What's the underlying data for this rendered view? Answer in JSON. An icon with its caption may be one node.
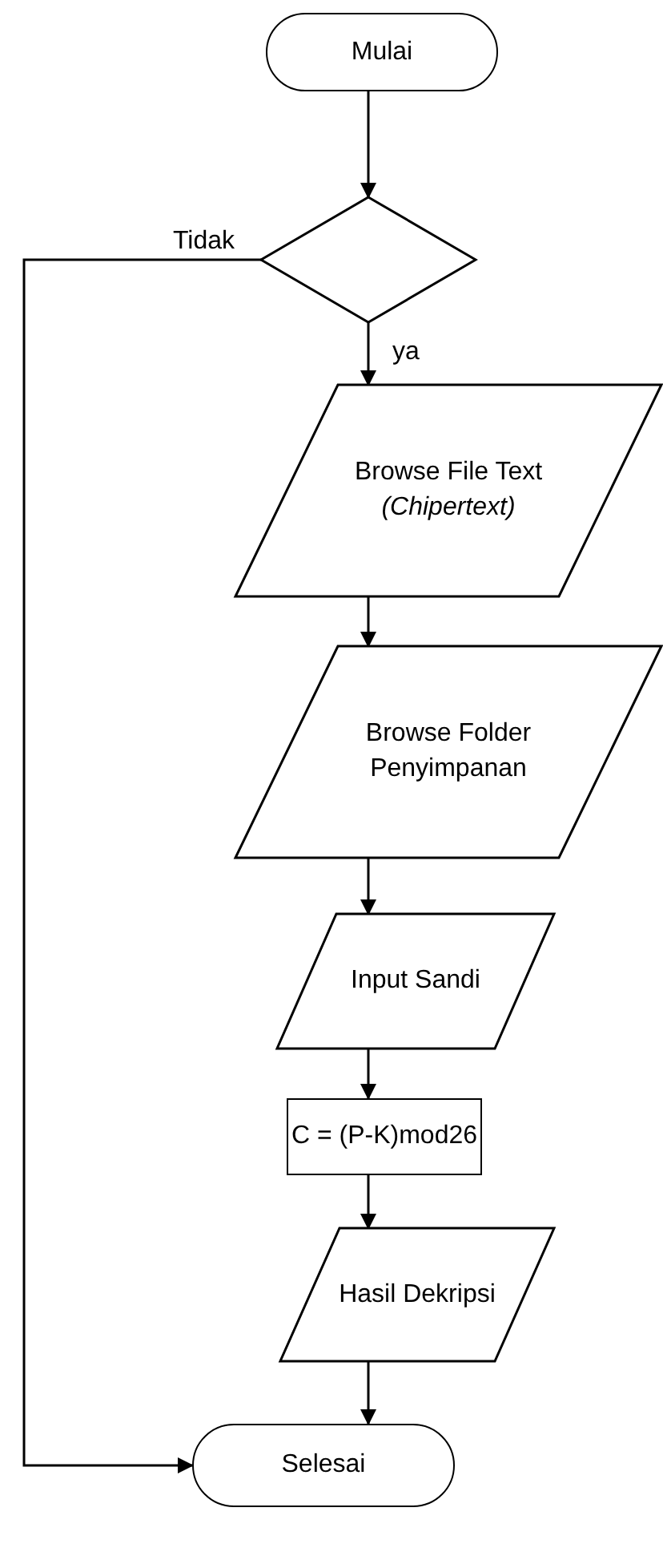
{
  "diagram": {
    "nodes": [
      {
        "text": [
          "Mulai"
        ]
      },
      {
        "text": [],
        "shape": "diamond"
      },
      {
        "text": [
          "Browse File Text *(Chipertext)*"
        ]
      },
      {
        "text": [
          "Browse Folder Penyimpanan"
        ]
      },
      {
        "text": [
          "Input Sandi"
        ]
      },
      {
        "text": [
          "C = (P-K)mod26"
        ]
      },
      {
        "text": [
          "Hasil Dekripsi"
        ]
      },
      {
        "text": [
          "Selesai"
        ]
      }
    ],
    "edges": [
      {
        "from": 0,
        "to": 1,
        "arrow": "to"
      },
      {
        "from": 1,
        "to": 2,
        "arrow": "to",
        "label": "ya"
      },
      {
        "from": 1,
        "to": 7,
        "arrow": "to",
        "label": "Tidak"
      },
      {
        "from": 2,
        "to": 3,
        "arrow": "to"
      },
      {
        "from": 3,
        "to": 4,
        "arrow": "to"
      },
      {
        "from": 4,
        "to": 5,
        "arrow": "to"
      },
      {
        "from": 5,
        "to": 6,
        "arrow": "to"
      },
      {
        "from": 6,
        "to": 7,
        "arrow": "to"
      }
    ]
  }
}
